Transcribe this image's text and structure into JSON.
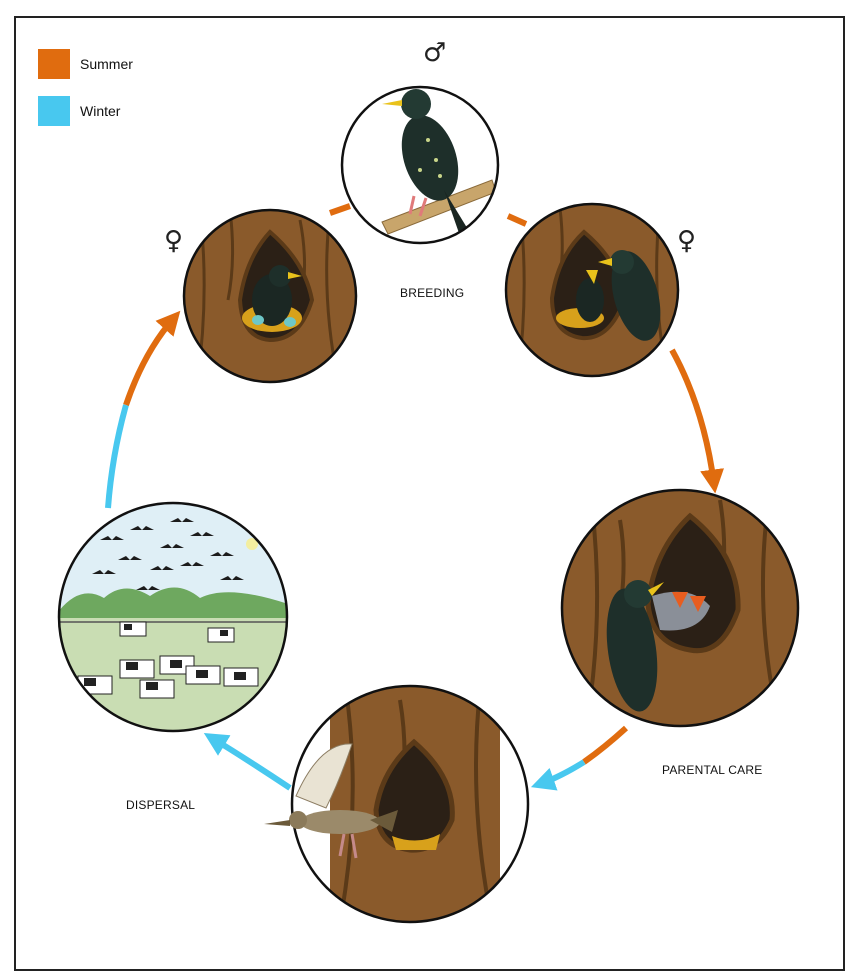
{
  "legend": [
    {
      "label": "Summer",
      "color": "#e06c0f"
    },
    {
      "label": "Winter",
      "color": "#48c8ef"
    }
  ],
  "stage_labels": {
    "breeding": "BREEDING",
    "parental_care": "PARENTAL CARE",
    "dispersal": "DISPERSAL"
  },
  "symbols": {
    "male": "♂",
    "female": "♀"
  },
  "colors": {
    "summer": "#e06c0f",
    "winter": "#48c8ef",
    "bark": "#8a5a2b",
    "bark_dark": "#5b3a18",
    "starling": "#1e2f2a"
  }
}
